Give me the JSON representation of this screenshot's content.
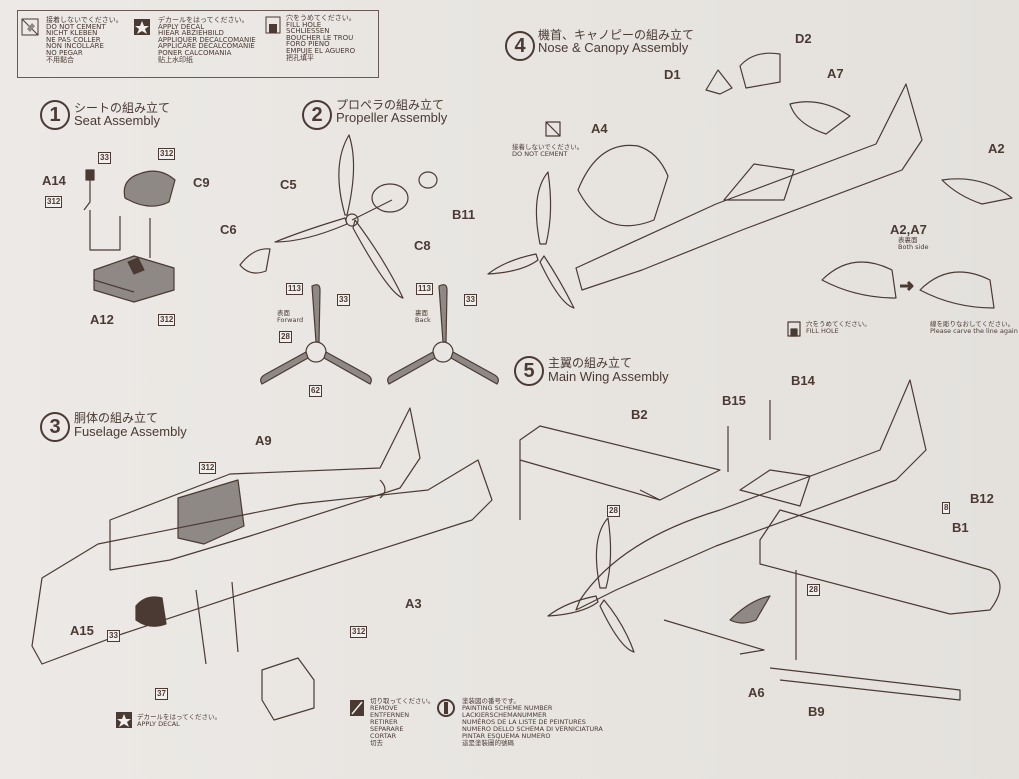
{
  "legend": {
    "no_cement": [
      "接着しないでください。",
      "DO NOT CEMENT",
      "NICHT KLEBEN",
      "NE PAS COLLER",
      "NON INCOLLARE",
      "NO PEGAR",
      "不用黏合"
    ],
    "apply_decal": [
      "デカールをはってください。",
      "APPLY DECAL",
      "HIEAR ABZIEHBILD",
      "APPLIQUER DECALCOMANIE",
      "APPLICARE DECALCOMANIE",
      "PONER CALCOMANIA",
      "贴上水印纸"
    ],
    "fill_hole": [
      "穴をうめてください。",
      "FILL HOLE",
      "SCHLIESSEN",
      "BOUCHER LE TROU",
      "FORO PIENO",
      "EMPUJE EL AGUERO",
      "把孔填平"
    ]
  },
  "steps": {
    "s1": {
      "num": "1",
      "jp": "シートの組み立て",
      "en": "Seat Assembly"
    },
    "s2": {
      "num": "2",
      "jp": "プロペラの組み立て",
      "en": "Propeller Assembly"
    },
    "s3": {
      "num": "3",
      "jp": "胴体の組み立て",
      "en": "Fuselage Assembly"
    },
    "s4": {
      "num": "4",
      "jp": "機首、キャノピーの組み立て",
      "en": "Nose & Canopy Assembly"
    },
    "s5": {
      "num": "5",
      "jp": "主翼の組み立て",
      "en": "Main Wing Assembly"
    }
  },
  "parts": {
    "a14": "A14",
    "c9": "C9",
    "a12": "A12",
    "c5": "C5",
    "c6": "C6",
    "c8": "C8",
    "b11": "B11",
    "a9": "A9",
    "a3": "A3",
    "a15": "A15",
    "d1": "D1",
    "d2": "D2",
    "a7": "A7",
    "a4": "A4",
    "a2": "A2",
    "a2a7": "A2,A7",
    "b2": "B2",
    "b15": "B15",
    "b14": "B14",
    "b12": "B12",
    "b1": "B1",
    "a6": "A6",
    "b9": "B9"
  },
  "color_codes": {
    "c33a": "33",
    "c312a": "312",
    "c312b": "312",
    "c312c": "312",
    "c113a": "113",
    "c33b": "33",
    "c28a": "28",
    "c62": "62",
    "c113b": "113",
    "c33c": "33",
    "c312d": "312",
    "c33d": "33",
    "c312e": "312",
    "c37": "37",
    "c28b": "28",
    "c28c": "28",
    "c8": "8"
  },
  "notes": {
    "forward_jp": "表面",
    "forward_en": "Forward",
    "back_jp": "裏面",
    "back_en": "Back",
    "both_jp": "表裏面",
    "both_en": "Both side",
    "no_cement_jp": "接着しないでください。",
    "no_cement_en": "DO NOT CEMENT",
    "fill_hole_jp": "穴をうめてください。",
    "fill_hole_en": "FILL HOLE",
    "carve_jp": "線を彫りなおしてください。",
    "carve_en": "Please carve the line again",
    "apply_decal_jp": "デカールをはってください。",
    "apply_decal_en": "APPLY DECAL"
  },
  "bottom_legend": {
    "remove": [
      "切り取ってください。",
      "REMOVE",
      "ENTFERNEN",
      "RETIRER",
      "SEPARARE",
      "CORTAR",
      "切去"
    ],
    "scheme": [
      "塗装図の番号です。",
      "PAINTING SCHEME NUMBER",
      "LACKIERSCHEMANUMMER",
      "NUMÉROS DE LA LISTE DE PEINTURES",
      "NUMERO DELLO SCHEMA DI VERNICIATURA",
      "PINTAR ESQUEMA NUMERO",
      "這是塗裝圖的號碼"
    ]
  },
  "colors": {
    "ink": "#4b3a33",
    "shade": "#8f8985",
    "paper": "#e9e6e2"
  }
}
